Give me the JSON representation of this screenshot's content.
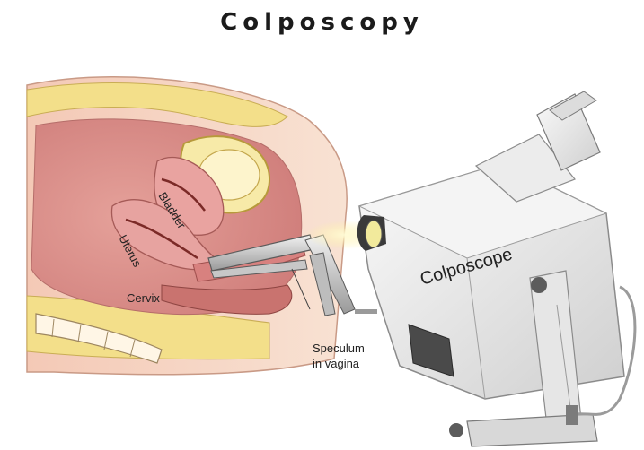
{
  "title": "Colposcopy",
  "labels": {
    "bladder": "Bladder",
    "uterus": "Uterus",
    "cervix": "Cervix",
    "speculum_line1": "Speculum",
    "speculum_line2": "in vagina",
    "colposcope": "Colposcope"
  },
  "colors": {
    "fat": "#f3df8a",
    "skin": "#f3d4c2",
    "tissue": "#e9a69d",
    "organ": "#dc8a87",
    "device": "#e8e8e8"
  }
}
